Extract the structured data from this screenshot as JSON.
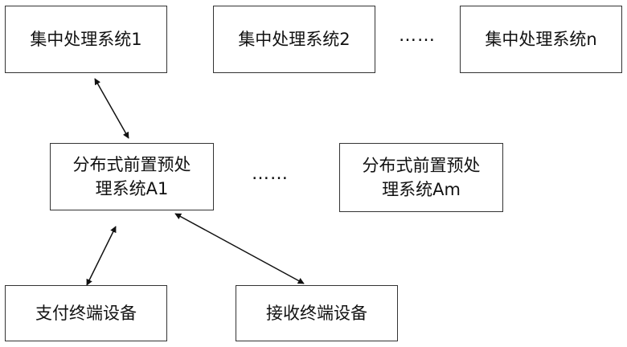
{
  "central_systems": [
    {
      "label": "集中处理系统1"
    },
    {
      "label": "集中处理系统2"
    },
    {
      "label": "集中处理系统n"
    }
  ],
  "central_ellipsis": "……",
  "pre_systems": [
    {
      "line1": "分布式前置预处",
      "line2": "理系统A1"
    },
    {
      "line1": "分布式前置预处",
      "line2": "理系统Am"
    }
  ],
  "pre_ellipsis": "……",
  "terminals": [
    {
      "label": "支付终端设备"
    },
    {
      "label": "接收终端设备"
    }
  ]
}
